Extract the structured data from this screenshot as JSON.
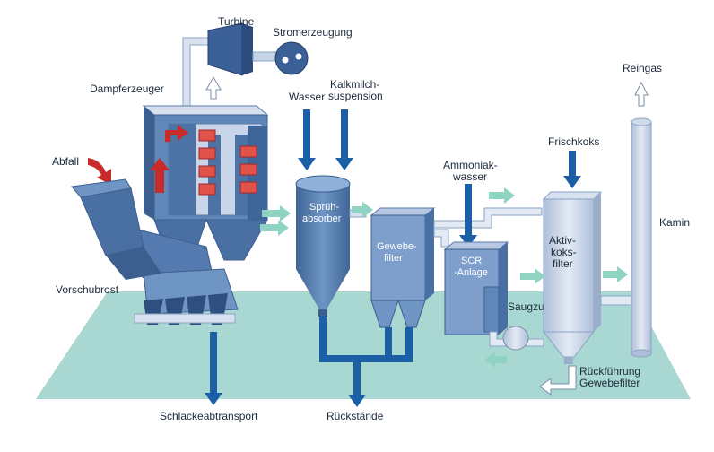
{
  "labels": {
    "turbine": "Turbine",
    "stromerzeugung": "Stromerzeugung",
    "dampferzeuger": "Dampferzeuger",
    "abfall": "Abfall",
    "vorschubrost": "Vorschubrost",
    "schlackeabtransport": "Schlackeabtransport",
    "wasser": "Wasser",
    "kalkmilch_1": "Kalkmilch-",
    "kalkmilch_2": "suspension",
    "spruehabsorber_1": "Sprüh-",
    "spruehabsorber_2": "absorber",
    "gewebefilter_1": "Gewebe-",
    "gewebefilter_2": "filter",
    "rueckstaende": "Rückstände",
    "ammoniakwasser_1": "Ammoniak-",
    "ammoniakwasser_2": "wasser",
    "scr_1": "SCR",
    "scr_2": "-Anlage",
    "frischkoks": "Frischkoks",
    "aktivkoks_1": "Aktiv-",
    "aktivkoks_2": "koks-",
    "aktivkoks_3": "filter",
    "saugzug": "Saugzug",
    "reingas": "Reingas",
    "kamin": "Kamin",
    "rueckfuehrung_1": "Rückführung",
    "rueckfuehrung_2": "Gewebefilter"
  },
  "colors": {
    "floor": "#a9d8d3",
    "equipment": "#5f87b8",
    "equipment_dark": "#3d5f8f",
    "equipment_light": "#c7d3e6",
    "flow_arrow": "#1c5fa6",
    "gas_arrow": "#8fd3c3",
    "heat_arrow": "#c92a2a",
    "heat_block": "#e0524a"
  }
}
